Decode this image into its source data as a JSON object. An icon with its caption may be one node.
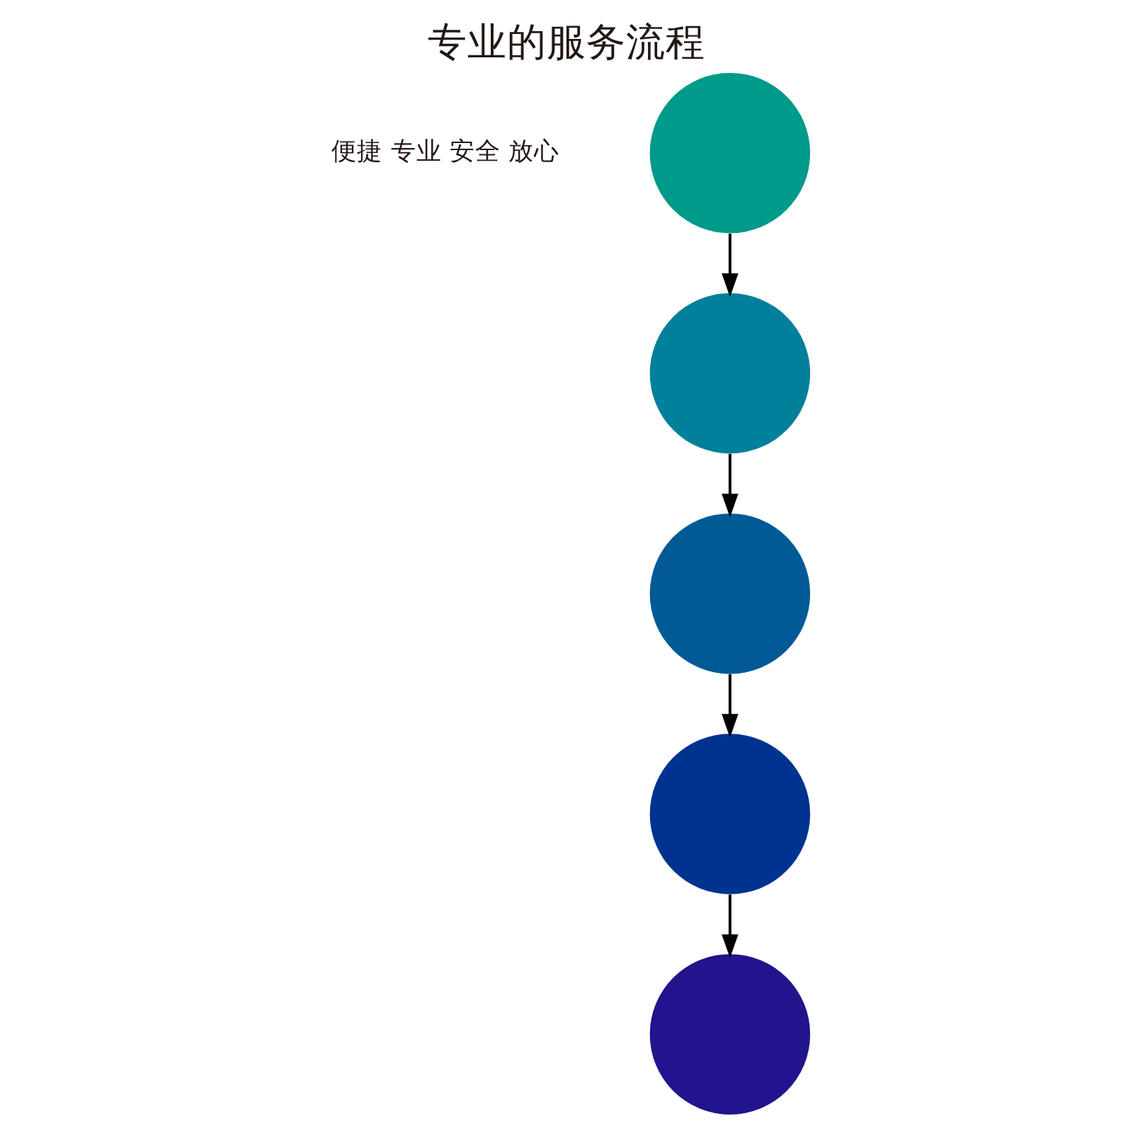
{
  "diagram": {
    "title": "专业的服务流程",
    "nodes": [
      {
        "text": [],
        "shape": "circle"
      },
      {
        "text": [],
        "shape": "circle"
      },
      {
        "text": [],
        "shape": "circle"
      },
      {
        "text": [],
        "shape": "circle"
      },
      {
        "text": [],
        "shape": "circle"
      }
    ],
    "edges": [
      {
        "from": 0,
        "to": 1,
        "arrow": "to"
      },
      {
        "from": 1,
        "to": 2,
        "arrow": "to"
      },
      {
        "from": 2,
        "to": 3,
        "arrow": "to"
      },
      {
        "from": 3,
        "to": 4,
        "arrow": "to"
      }
    ],
    "labels": [
      "便捷 专业 安全 放心"
    ]
  }
}
